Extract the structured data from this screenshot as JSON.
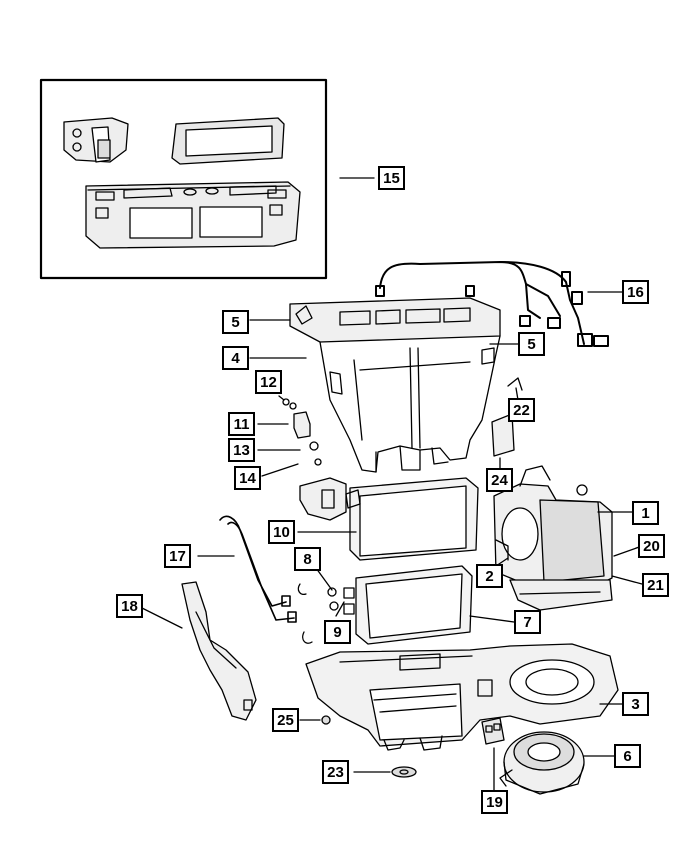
{
  "diagram": {
    "colors": {
      "line": "#000000",
      "background": "#ffffff"
    },
    "callouts": [
      {
        "id": "c1",
        "label": "1"
      },
      {
        "id": "c2",
        "label": "2"
      },
      {
        "id": "c3",
        "label": "3"
      },
      {
        "id": "c4",
        "label": "4"
      },
      {
        "id": "c5a",
        "label": "5"
      },
      {
        "id": "c5b",
        "label": "5"
      },
      {
        "id": "c6",
        "label": "6"
      },
      {
        "id": "c7",
        "label": "7"
      },
      {
        "id": "c8",
        "label": "8"
      },
      {
        "id": "c9",
        "label": "9"
      },
      {
        "id": "c10",
        "label": "10"
      },
      {
        "id": "c11",
        "label": "11"
      },
      {
        "id": "c12",
        "label": "12"
      },
      {
        "id": "c13",
        "label": "13"
      },
      {
        "id": "c14",
        "label": "14"
      },
      {
        "id": "c15",
        "label": "15"
      },
      {
        "id": "c16",
        "label": "16"
      },
      {
        "id": "c17",
        "label": "17"
      },
      {
        "id": "c18",
        "label": "18"
      },
      {
        "id": "c19",
        "label": "19"
      },
      {
        "id": "c20",
        "label": "20"
      },
      {
        "id": "c21",
        "label": "21"
      },
      {
        "id": "c22",
        "label": "22"
      },
      {
        "id": "c23",
        "label": "23"
      },
      {
        "id": "c24",
        "label": "24"
      },
      {
        "id": "c25",
        "label": "25"
      }
    ]
  }
}
